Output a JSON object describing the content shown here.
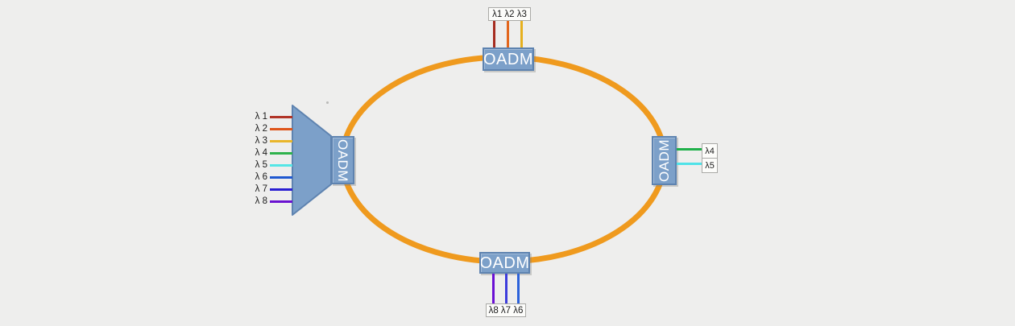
{
  "diagram": {
    "description": "OADM optical ring network with add/drop wavelengths",
    "colors": {
      "background": "#eeeeed",
      "ring": "#ef9a1e",
      "node_fill": "#7ca0c9",
      "node_border": "#5e83b0",
      "label_box_bg": "#fcfcfa",
      "label_box_border": "#a9a9a6",
      "label_text": "#1b1b1b"
    },
    "nodes": {
      "top": {
        "label": "OADM",
        "box_label": "λ1 λ2 λ3",
        "drops": [
          {
            "name": "λ1",
            "color": "#a62c20"
          },
          {
            "name": "λ2",
            "color": "#e2661c"
          },
          {
            "name": "λ3",
            "color": "#e6b01e"
          }
        ]
      },
      "left": {
        "label": "OADM",
        "wavelengths": [
          {
            "name": "λ 1",
            "color": "#b13427"
          },
          {
            "name": "λ 2",
            "color": "#de551a"
          },
          {
            "name": "λ 3",
            "color": "#e9b62a"
          },
          {
            "name": "λ 4",
            "color": "#2eb24c"
          },
          {
            "name": "λ 5",
            "color": "#55e6e6"
          },
          {
            "name": "λ 6",
            "color": "#1f58d0"
          },
          {
            "name": "λ 7",
            "color": "#2a1fd2"
          },
          {
            "name": "λ 8",
            "color": "#6a12d0"
          }
        ]
      },
      "right": {
        "label": "OADM",
        "drops": [
          {
            "name": "λ4",
            "color": "#1fb04a"
          },
          {
            "name": "λ5",
            "color": "#4fe2e8"
          }
        ]
      },
      "bottom": {
        "label": "OADM",
        "box_label": "λ8 λ7 λ6",
        "drops": [
          {
            "name": "λ8",
            "color": "#6a10d4"
          },
          {
            "name": "λ7",
            "color": "#3d3ddc"
          },
          {
            "name": "λ6",
            "color": "#2c62da"
          }
        ]
      }
    }
  }
}
